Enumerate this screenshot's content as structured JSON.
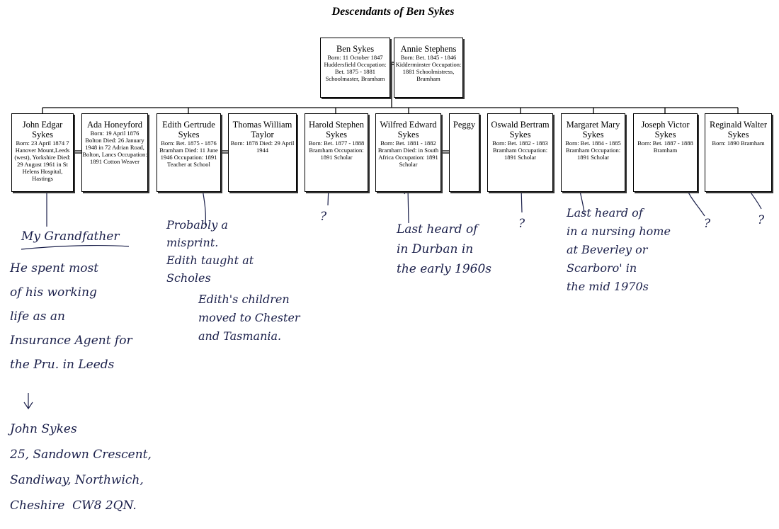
{
  "title": "Descendants of Ben Sykes",
  "parents": [
    {
      "name": "Ben Sykes",
      "details": "Born: 11 October 1847 Huddersfield Occupation: Bet. 1875 - 1881 Schoolmaster, Bramham"
    },
    {
      "name": "Annie Stephens",
      "details": "Born: Bet. 1845 - 1846 Kidderminster Occupation: 1881 Schoolmistress, Bramham"
    }
  ],
  "children": [
    {
      "name": "John Edgar Sykes",
      "details": "Born: 23 April 1874 7 Hanover Mount,Leeds (west), Yorkshire Died: 29 August 1961 in St Helens Hospital, Hastings"
    },
    {
      "name": "Ada Honeyford",
      "details": "Born: 19 April 1876 Bolton Died: 26 January 1948 in 72 Adrian Road, Bolton, Lancs Occupation: 1891 Cotton Weaver"
    },
    {
      "name": "Edith Gertrude Sykes",
      "details": "Born: Bet. 1875 - 1876 Bramham Died: 11 June 1946 Occupation: 1891 Teacher at School"
    },
    {
      "name": "Thomas William Taylor",
      "details": "Born: 1878 Died: 29 April 1944"
    },
    {
      "name": "Harold Stephen Sykes",
      "details": "Born: Bet. 1877 - 1888 Bramham Occupation: 1891 Scholar"
    },
    {
      "name": "Wilfred Edward Sykes",
      "details": "Born: Bet. 1881 - 1882 Bramham Died: in South Africa Occupation: 1891 Scholar"
    },
    {
      "name": "Peggy",
      "details": ""
    },
    {
      "name": "Oswald Bertram Sykes",
      "details": "Born: Bet. 1882 - 1883 Bramham Occupation: 1891 Scholar"
    },
    {
      "name": "Margaret Mary Sykes",
      "details": "Born: Bet. 1884 - 1885 Bramham Occupation: 1891 Scholar"
    },
    {
      "name": "Joseph Victor Sykes",
      "details": "Born: Bet. 1887 - 1888 Bramham"
    },
    {
      "name": "Reginald Walter Sykes",
      "details": "Born: 1890 Bramham"
    }
  ],
  "notes": {
    "grandfather": "My Grandfather",
    "working_life": "He spent most\nof his working\nlife as an\nInsurance Agent for\nthe Pru. in Leeds",
    "address": "John Sykes\n25, Sandown Crescent,\nSandiway, Northwich,\nCheshire  CW8 2QN.",
    "edith_misprint": "Probably a\nmisprint.\nEdith taught at\nScholes",
    "edith_children": "Edith's children\nmoved to Chester\nand Tasmania.",
    "wilfred": "Last heard of\nin Durban in\nthe early 1960s",
    "margaret": "Last heard of\nin a nursing home\nat Beverley or\nScarboro' in\nthe mid 1970s",
    "question": "?"
  }
}
